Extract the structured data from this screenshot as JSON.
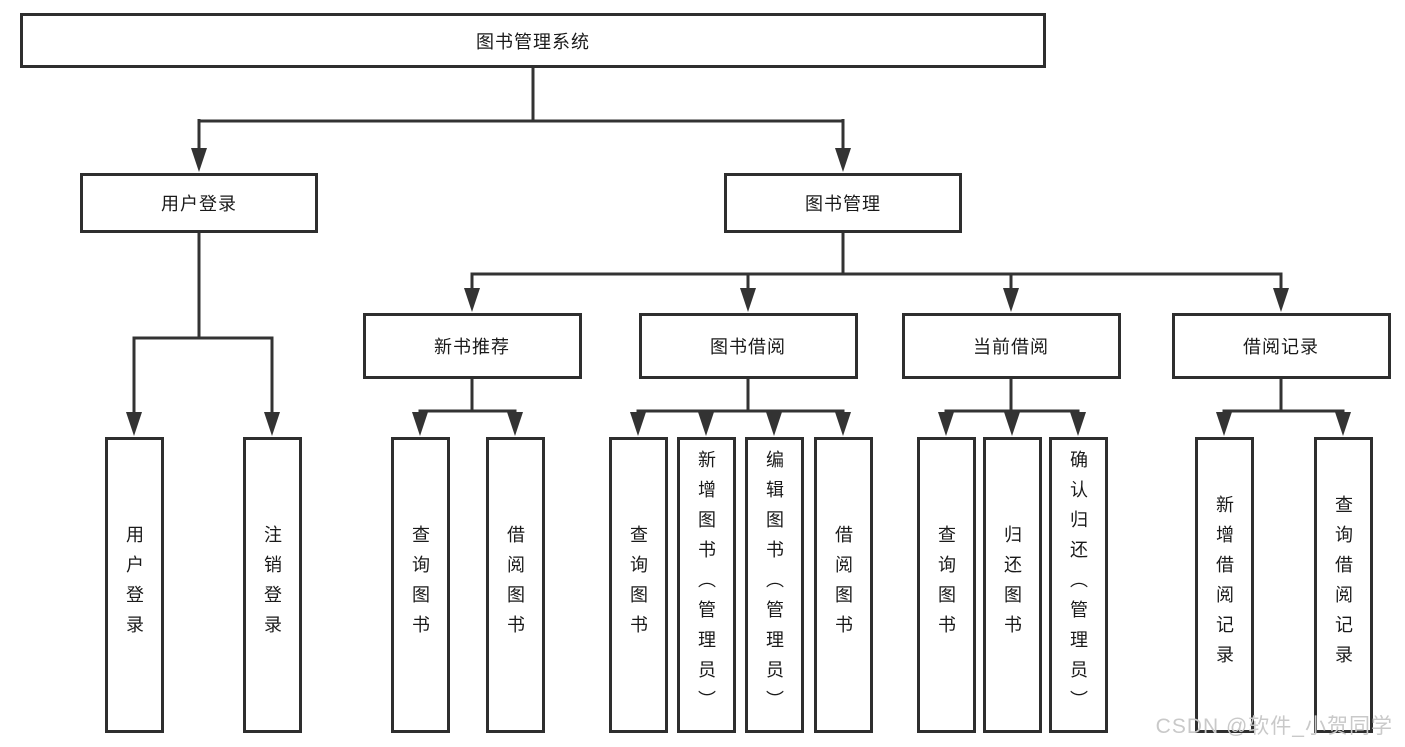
{
  "tree": {
    "root": "图书管理系统",
    "children": [
      {
        "label": "用户登录",
        "children": [
          "用户登录",
          "注销登录"
        ]
      },
      {
        "label": "图书管理",
        "children": [
          {
            "label": "新书推荐",
            "children": [
              "查询图书",
              "借阅图书"
            ]
          },
          {
            "label": "图书借阅",
            "children": [
              "查询图书",
              "新增图书（管理员）",
              "编辑图书（管理员）",
              "借阅图书"
            ]
          },
          {
            "label": "当前借阅",
            "children": [
              "查询图书",
              "归还图书",
              "确认归还（管理员）"
            ]
          },
          {
            "label": "借阅记录",
            "children": [
              "新增借阅记录",
              "查询借阅记录"
            ]
          }
        ]
      }
    ]
  },
  "watermark": {
    "text": "CSDN @软件_小贺同学"
  },
  "colors": {
    "line": "#333333",
    "box_border": "#2e2e2e",
    "box_background": "#ffffff",
    "text": "#1a1a1a",
    "watermark": "#c9c9c9",
    "background": "#ffffff"
  }
}
